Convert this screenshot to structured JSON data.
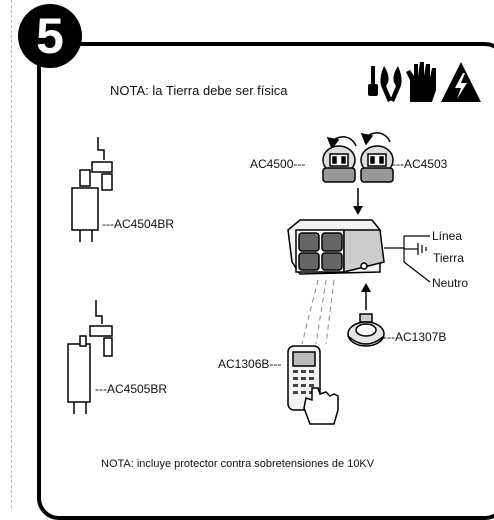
{
  "step_number": "5",
  "note_top": "NOTA: la Tierra debe ser física",
  "note_bottom": "NOTA: incluye protector contra sobretensiones de 10KV",
  "labels": {
    "ac4500": "AC4500---",
    "ac4503": "---AC4503",
    "ac4504br": "---AC4504BR",
    "ac4505br": "---AC4505BR",
    "ac1307b": "---AC1307B",
    "ac1306b": "AC1306B---",
    "linea": "Línea",
    "tierra": "Tierra",
    "neutro": "Neutro"
  },
  "icons": [
    "tools-icon",
    "glove-icon",
    "high-voltage-warning-icon"
  ]
}
